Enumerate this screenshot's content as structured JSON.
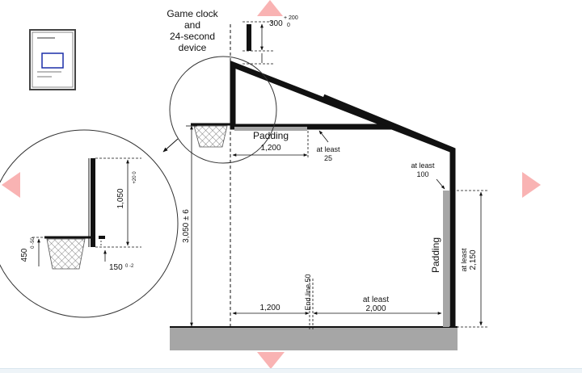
{
  "labels": {
    "game_clock_line1": "Game clock",
    "game_clock_line2": "and",
    "game_clock_line3": "24-second",
    "game_clock_line4": "device",
    "clock_dim": "300",
    "clock_tol_plus": "+ 200",
    "clock_tol_minus": "0",
    "padding_board": "Padding",
    "board_dim": "1,200",
    "at_least_25_line1": "at least",
    "at_least_25_line2": "25",
    "at_least_100_line1": "at least",
    "at_least_100_line2": "100",
    "padding_side": "Padding",
    "side_dim_line1": "at least",
    "side_dim_line2": "2,150",
    "height_dim": "3,050 ± 6",
    "floor_dim_1200": "1,200",
    "end_line": "End line 50",
    "floor_dim_line1": "at least",
    "floor_dim_line2": "2,000",
    "detail_1050": "1,050",
    "detail_1050_tol": "+20 0",
    "detail_450": "450",
    "detail_450_tol": "0 -50",
    "detail_150": "150",
    "detail_150_tol": "0 -2"
  },
  "colors": {
    "nav_arrow": "#f9b3b3",
    "padding": "#a6a6a6",
    "floor": "#a6a6a6",
    "structure": "#111111",
    "thumb_frame": "#444444",
    "thumb_highlight": "#1b2ea8"
  },
  "icons": {
    "prev": "triangle-left-icon",
    "next": "triangle-right-icon",
    "up": "triangle-up-icon",
    "down": "triangle-down-icon"
  }
}
